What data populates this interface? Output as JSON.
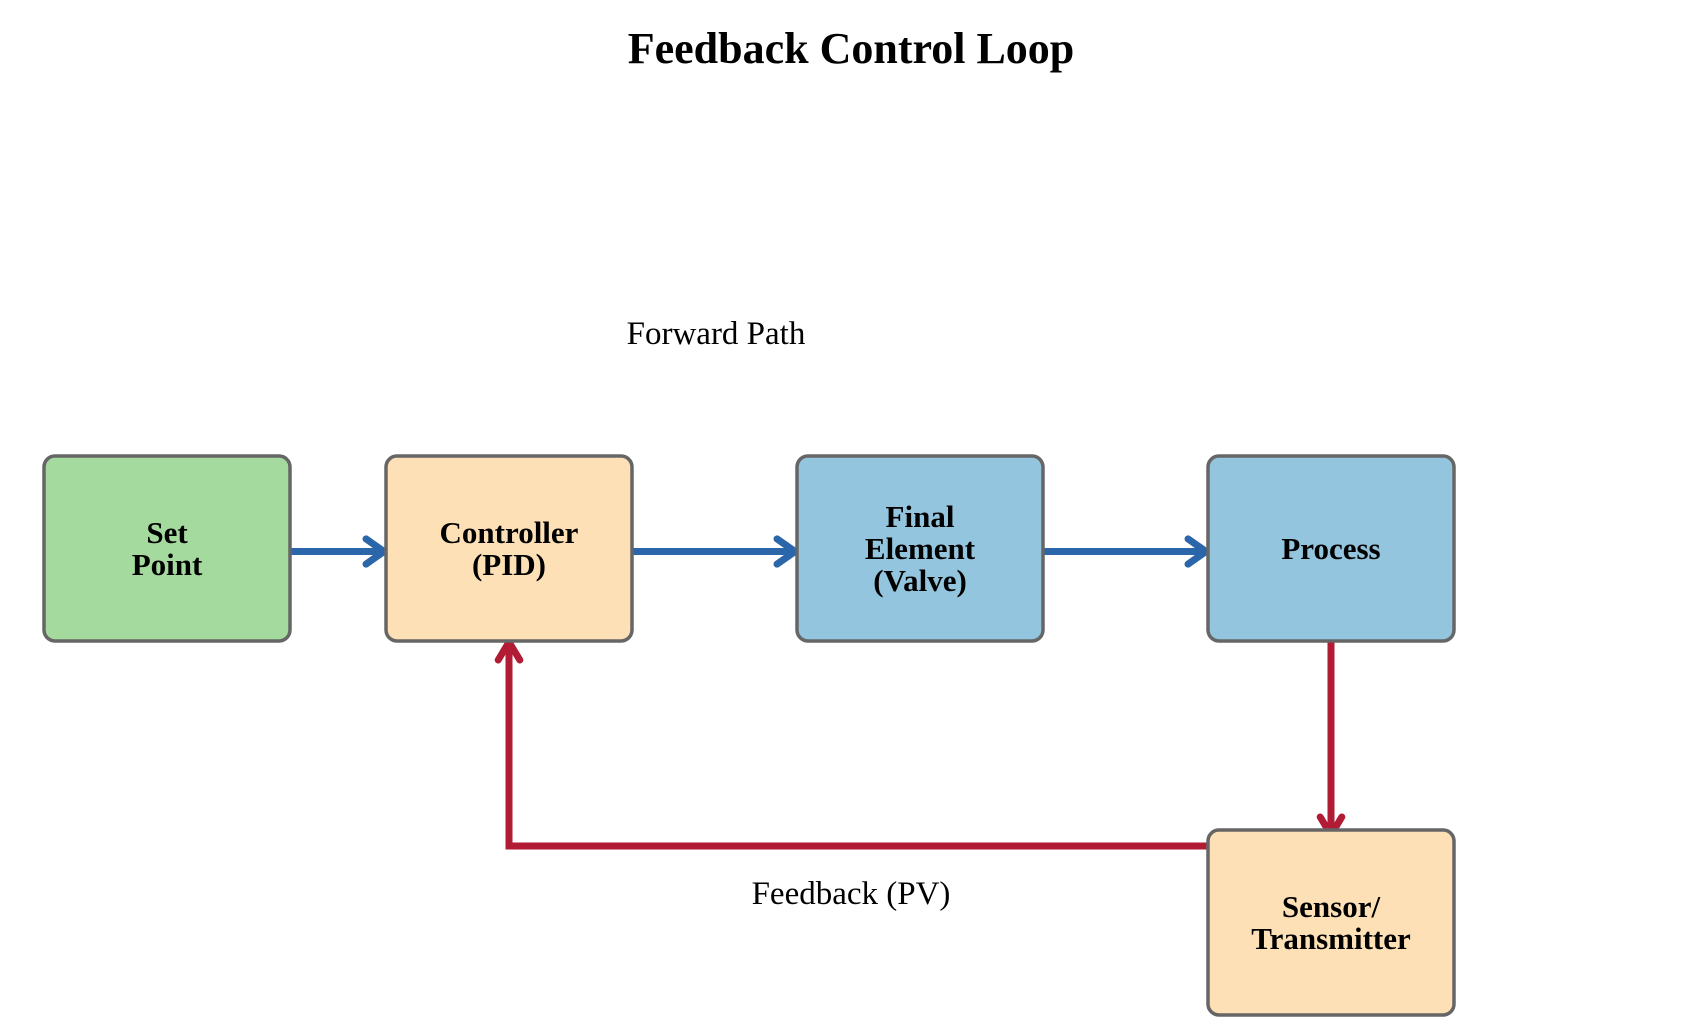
{
  "title": "Feedback Control Loop",
  "colors": {
    "forward": "#2a66a9",
    "feedback": "#b11b34",
    "green": "#a5da9e",
    "orange": "#fde0b5",
    "blue": "#93c5de",
    "border": "#666666"
  },
  "nodes": [
    {
      "id": "set-point",
      "lines": [
        "Set",
        "Point"
      ],
      "fill": "#a5da9e"
    },
    {
      "id": "controller",
      "lines": [
        "Controller",
        "(PID)"
      ],
      "fill": "#fde0b5"
    },
    {
      "id": "final-element",
      "lines": [
        "Final",
        "Element",
        "(Valve)"
      ],
      "fill": "#93c5de"
    },
    {
      "id": "process",
      "lines": [
        "Process"
      ],
      "fill": "#93c5de"
    },
    {
      "id": "sensor",
      "lines": [
        "Sensor/",
        "Transmitter"
      ],
      "fill": "#fde0b5"
    }
  ],
  "labels": {
    "forward_path": "Forward Path",
    "feedback_path": "Feedback (PV)"
  },
  "edges": [
    {
      "from": "set-point",
      "to": "controller",
      "kind": "forward"
    },
    {
      "from": "controller",
      "to": "final-element",
      "kind": "forward"
    },
    {
      "from": "final-element",
      "to": "process",
      "kind": "forward"
    },
    {
      "from": "process",
      "to": "sensor",
      "kind": "feedback"
    },
    {
      "from": "sensor",
      "to": "controller",
      "kind": "feedback"
    }
  ]
}
